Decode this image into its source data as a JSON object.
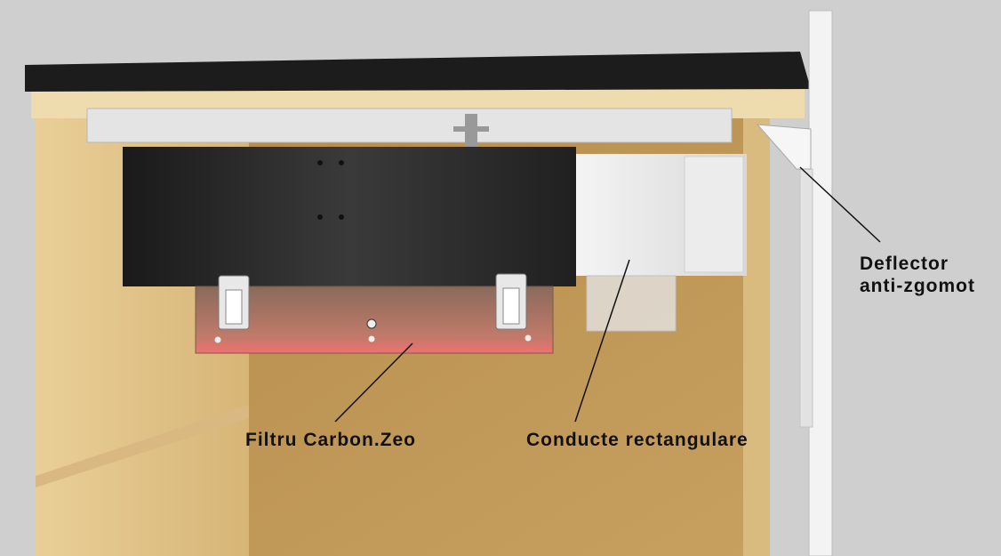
{
  "labels": {
    "filter": "Filtru Carbon.Zeo",
    "duct": "Conducte rectangulare",
    "deflector_line1": "Deflector",
    "deflector_line2": "anti-zgomot"
  },
  "colors": {
    "background": "#cfcfcf",
    "cabinet_wood": "#c9a464",
    "cabinet_inner": "#b8914f",
    "worktop": "#1c1c1c",
    "hood_body": "#2a2a2a",
    "filter_accent": "#f07070",
    "duct": "#e8e8e8",
    "leader_line": "#111111"
  },
  "icons": {
    "latch_left": "latch-icon",
    "latch_right": "latch-icon"
  }
}
